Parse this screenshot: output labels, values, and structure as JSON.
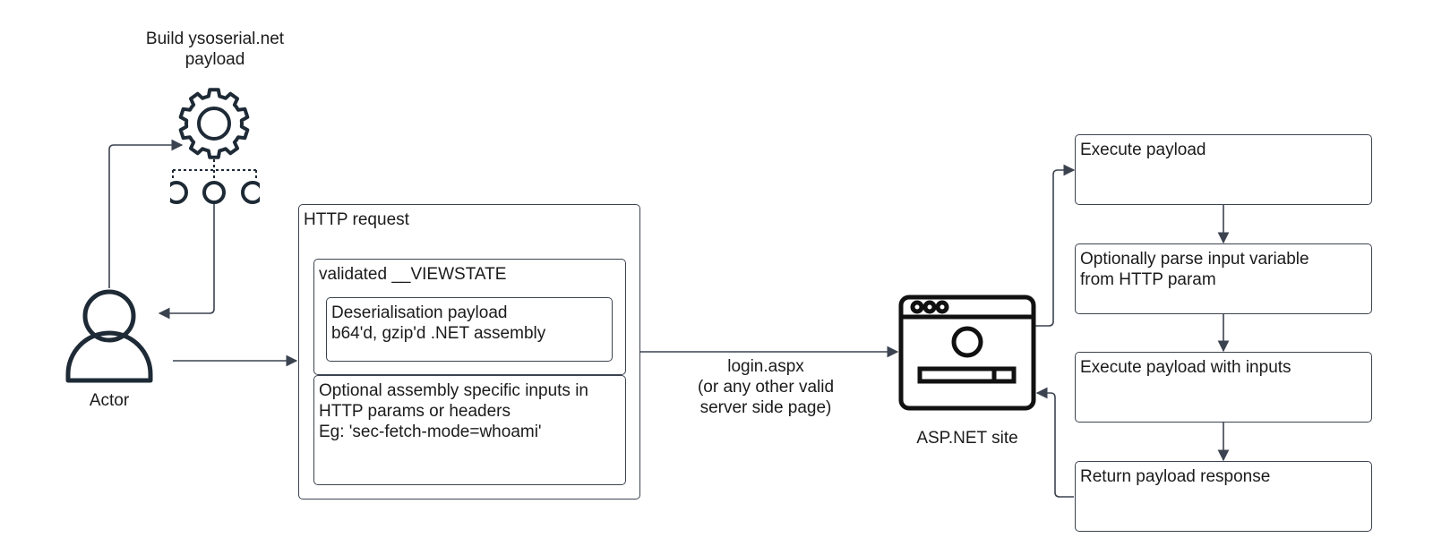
{
  "builder": {
    "label": "Build ysoserial.net\npayload",
    "icon": "gear-with-nodes-icon"
  },
  "actor": {
    "label": "Actor",
    "icon": "user-icon"
  },
  "http_request": {
    "title": "HTTP request",
    "viewstate": {
      "title": "validated __VIEWSTATE"
    },
    "payload": {
      "text": "Deserialisation payload\nb64'd, gzip'd .NET assembly"
    },
    "inputs": {
      "text": "Optional assembly specific inputs in\nHTTP params or headers\nEg: 'sec-fetch-mode=whoami'"
    }
  },
  "edge_to_site": {
    "label": "login.aspx\n(or any other valid\nserver side page)"
  },
  "site": {
    "label": "ASP.NET site",
    "icon": "browser-window-icon"
  },
  "steps": [
    {
      "text": "Execute payload"
    },
    {
      "text": "Optionally parse input variable\nfrom HTTP param"
    },
    {
      "text": "Execute payload with inputs"
    },
    {
      "text": "Return payload response"
    }
  ],
  "colors": {
    "stroke": "#3c4350",
    "icon": "#1e2a36",
    "text": "#1b1b1b"
  }
}
